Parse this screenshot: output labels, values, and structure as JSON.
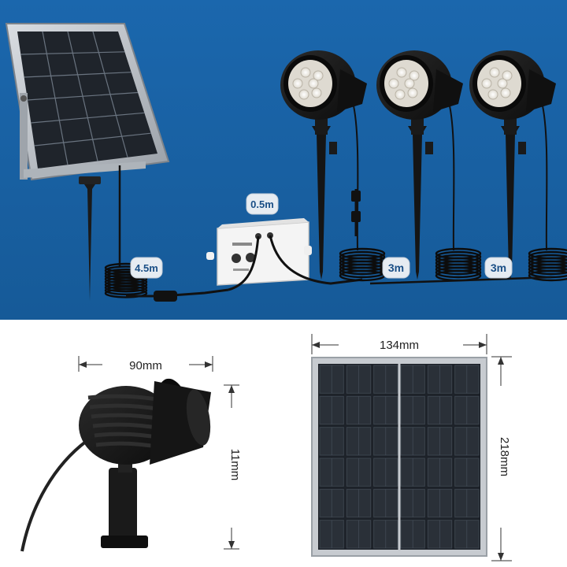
{
  "colors": {
    "top_background": "#1a63a5",
    "bottom_background": "#ffffff",
    "badge_fill": "#e6ecf2",
    "badge_text": "#1a4f86",
    "lamp_body": "#141414",
    "panel_frame": "#b8bcc2",
    "panel_cell": "#2a2f36"
  },
  "cable_labels": {
    "solar_cable": "4.5m",
    "hub_cable": "0.5m",
    "lamp2_cable": "3m",
    "lamp3_cable": "3m"
  },
  "dimensions": {
    "lamp_width": "90mm",
    "lamp_height": "11mm",
    "panel_width": "134mm",
    "panel_height": "218mm"
  }
}
